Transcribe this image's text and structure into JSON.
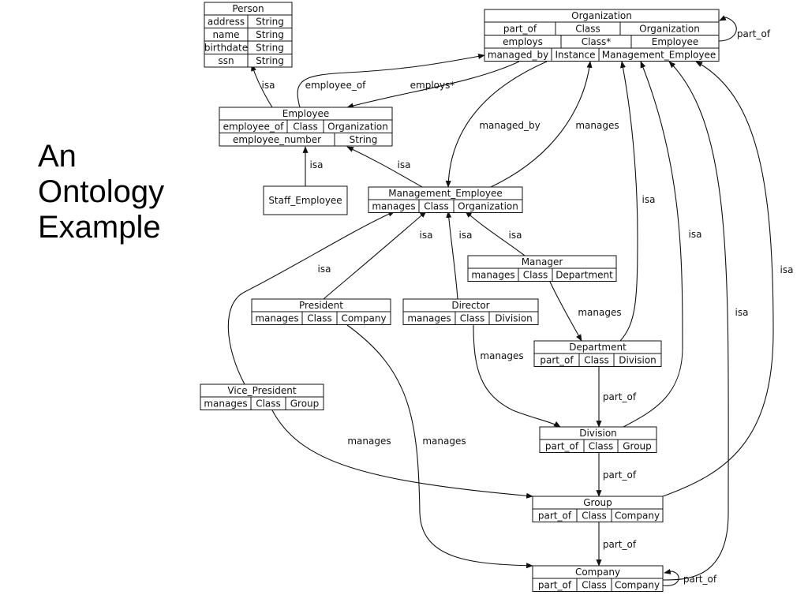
{
  "title_lines": [
    "An",
    "Ontology",
    "Example"
  ],
  "classes": {
    "person": {
      "name": "Person",
      "rows": [
        [
          "address",
          "String"
        ],
        [
          "name",
          "String"
        ],
        [
          "birthdate",
          "String"
        ],
        [
          "ssn",
          "String"
        ]
      ]
    },
    "organization": {
      "name": "Organization",
      "rows": [
        [
          "part_of",
          "Class",
          "Organization"
        ],
        [
          "employs",
          "Class*",
          "Employee"
        ],
        [
          "managed_by",
          "Instance",
          "Management_Employee"
        ]
      ]
    },
    "employee": {
      "name": "Employee",
      "rows": [
        [
          "employee_of",
          "Class",
          "Organization"
        ],
        [
          "employee_number",
          "String"
        ]
      ]
    },
    "staff_employee": {
      "name": "Staff_Employee",
      "rows": []
    },
    "management_employee": {
      "name": "Management_Employee",
      "rows": [
        [
          "manages",
          "Class",
          "Organization"
        ]
      ]
    },
    "manager": {
      "name": "Manager",
      "rows": [
        [
          "manages",
          "Class",
          "Department"
        ]
      ]
    },
    "president": {
      "name": "President",
      "rows": [
        [
          "manages",
          "Class",
          "Company"
        ]
      ]
    },
    "director": {
      "name": "Director",
      "rows": [
        [
          "manages",
          "Class",
          "Division"
        ]
      ]
    },
    "department": {
      "name": "Department",
      "rows": [
        [
          "part_of",
          "Class",
          "Division"
        ]
      ]
    },
    "vice_president": {
      "name": "Vice_President",
      "rows": [
        [
          "manages",
          "Class",
          "Group"
        ]
      ]
    },
    "division": {
      "name": "Division",
      "rows": [
        [
          "part_of",
          "Class",
          "Group"
        ]
      ]
    },
    "group": {
      "name": "Group",
      "rows": [
        [
          "part_of",
          "Class",
          "Company"
        ]
      ]
    },
    "company": {
      "name": "Company",
      "rows": [
        [
          "part_of",
          "Class",
          "Company"
        ]
      ]
    }
  },
  "edges": [
    {
      "id": "employee-isa-person",
      "label": "isa"
    },
    {
      "id": "employee-employee-of-organization",
      "label": "employee_of"
    },
    {
      "id": "organization-employs-employee",
      "label": "employs*"
    },
    {
      "id": "organization-part-of-self",
      "label": "part_of"
    },
    {
      "id": "staff-isa-employee",
      "label": "isa"
    },
    {
      "id": "mgmt-isa-employee",
      "label": "isa"
    },
    {
      "id": "organization-managed-by-mgmt",
      "label": "managed_by"
    },
    {
      "id": "mgmt-manages-organization",
      "label": "manages"
    },
    {
      "id": "department-isa-organization",
      "label": "isa"
    },
    {
      "id": "division-isa-organization",
      "label": "isa"
    },
    {
      "id": "company-isa-organization",
      "label": "isa"
    },
    {
      "id": "group-isa-organization",
      "label": "isa"
    },
    {
      "id": "vp-isa-mgmt",
      "label": "isa"
    },
    {
      "id": "president-isa-mgmt",
      "label": "isa"
    },
    {
      "id": "director-isa-mgmt",
      "label": "isa"
    },
    {
      "id": "manager-isa-mgmt",
      "label": "isa"
    },
    {
      "id": "manager-manages-department",
      "label": "manages"
    },
    {
      "id": "director-manages-division",
      "label": "manages"
    },
    {
      "id": "department-part-of-division",
      "label": "part_of"
    },
    {
      "id": "vp-manages-group",
      "label": "manages"
    },
    {
      "id": "president-manages-company",
      "label": "manages"
    },
    {
      "id": "division-part-of-group",
      "label": "part_of"
    },
    {
      "id": "group-part-of-company",
      "label": "part_of"
    },
    {
      "id": "company-part-of-self",
      "label": "part_of"
    }
  ]
}
